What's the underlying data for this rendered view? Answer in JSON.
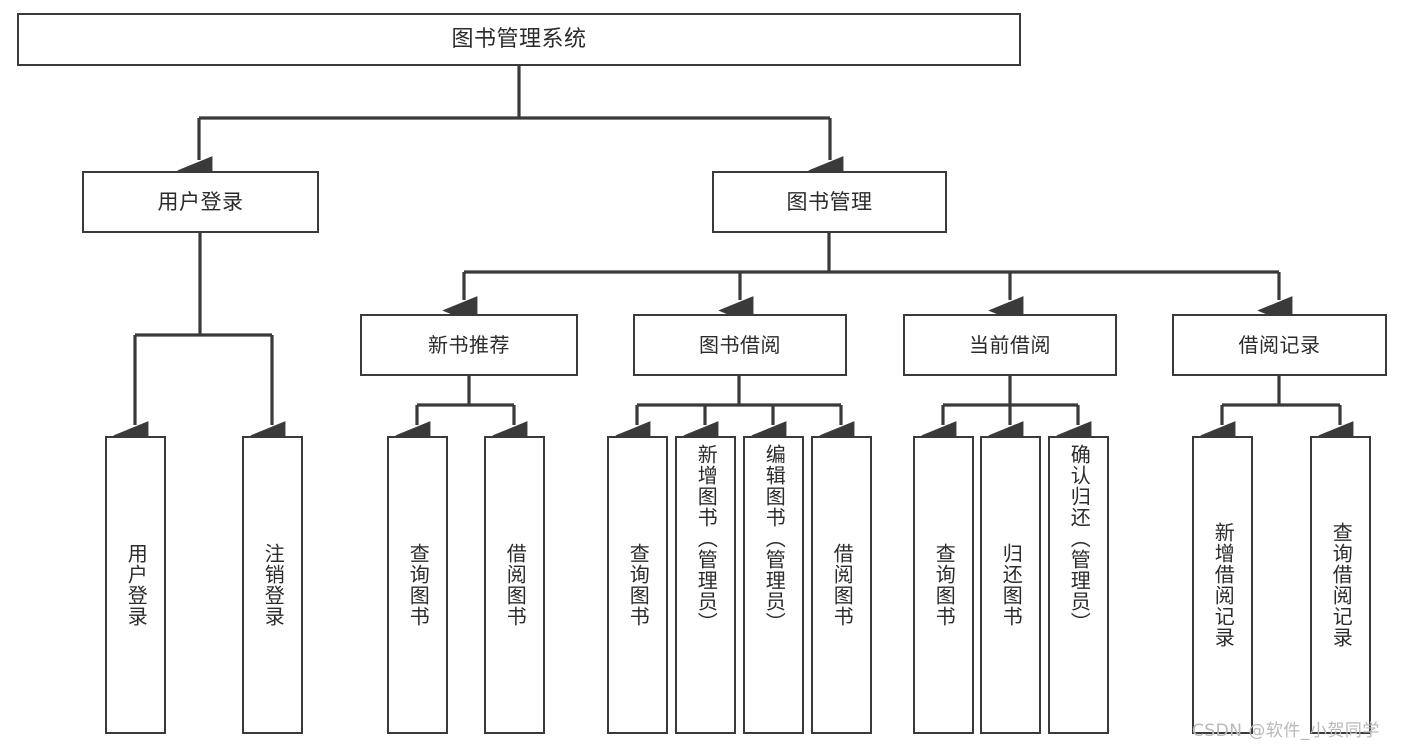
{
  "diagram": {
    "title": "图书管理系统",
    "type": "tree",
    "watermark": "CSDN @软件_小贺同学",
    "colors": {
      "stroke": "#3a3a3a",
      "fill": "#ffffff",
      "text": "#2b2b2b",
      "watermark": "#b9b9b9"
    },
    "nodes": {
      "root": {
        "label": "图书管理系统"
      },
      "level2": [
        {
          "id": "user-login",
          "label": "用户登录"
        },
        {
          "id": "book-manage",
          "label": "图书管理"
        }
      ],
      "level3": [
        {
          "id": "new-book-recommend",
          "label": "新书推荐"
        },
        {
          "id": "book-borrow",
          "label": "图书借阅"
        },
        {
          "id": "current-borrow",
          "label": "当前借阅"
        },
        {
          "id": "borrow-record",
          "label": "借阅记录"
        }
      ],
      "leaves": {
        "user_login": [
          {
            "id": "leaf-user-login",
            "label": "用户登录"
          },
          {
            "id": "leaf-logout-login",
            "label": "注销登录"
          }
        ],
        "new_book_recommend": [
          {
            "id": "leaf-query-book-1",
            "label": "查询图书"
          },
          {
            "id": "leaf-borrow-book-1",
            "label": "借阅图书"
          }
        ],
        "book_borrow": [
          {
            "id": "leaf-query-book-2",
            "label": "查询图书"
          },
          {
            "id": "leaf-add-book",
            "label": "新增图书（管理员）"
          },
          {
            "id": "leaf-edit-book",
            "label": "编辑图书（管理员）"
          },
          {
            "id": "leaf-borrow-book-2",
            "label": "借阅图书"
          }
        ],
        "current_borrow": [
          {
            "id": "leaf-query-book-3",
            "label": "查询图书"
          },
          {
            "id": "leaf-return-book",
            "label": "归还图书"
          },
          {
            "id": "leaf-confirm-return",
            "label": "确认归还（管理员）"
          }
        ],
        "borrow_record": [
          {
            "id": "leaf-add-record",
            "label": "新增借阅记录"
          },
          {
            "id": "leaf-query-record",
            "label": "查询借阅记录"
          }
        ]
      }
    }
  }
}
